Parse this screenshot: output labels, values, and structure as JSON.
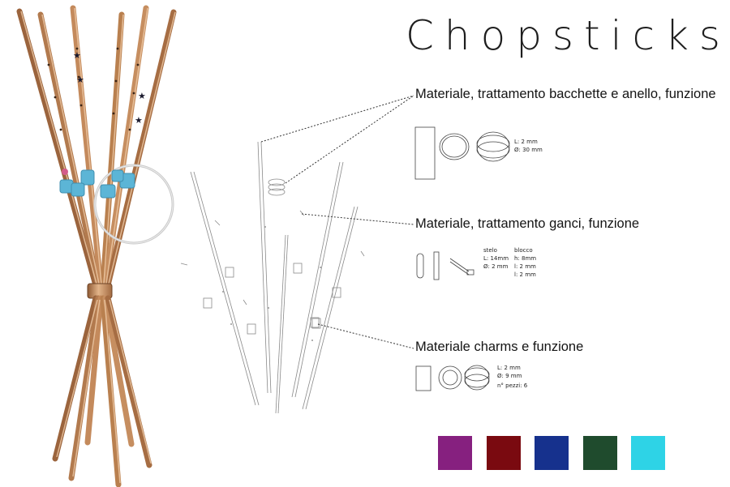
{
  "title": "Chopsticks",
  "sections": [
    {
      "heading": "Materiale, trattamento bacchette e anello, funzione",
      "specs": [
        "L: 2 mm",
        "Ø: 30 mm"
      ]
    },
    {
      "heading": "Materiale, trattamento ganci, funzione",
      "stelo_label": "stelo",
      "stelo_specs": [
        "L: 14mm",
        "Ø: 2 mm"
      ],
      "blocco_label": "blocco",
      "blocco_specs": [
        "h: 8mm",
        "l: 2 mm",
        "l: 2 mm"
      ]
    },
    {
      "heading": "Materiale charms e funzione",
      "specs": [
        "L: 2 mm",
        "Ø: 9 mm",
        "n° pezzi: 6"
      ]
    }
  ],
  "swatches": [
    {
      "name": "purple",
      "color": "#86207f"
    },
    {
      "name": "dark-red",
      "color": "#7a0a10"
    },
    {
      "name": "navy-blue",
      "color": "#16318d"
    },
    {
      "name": "dark-green",
      "color": "#1f4b2d"
    },
    {
      "name": "cyan",
      "color": "#2ed3e6"
    }
  ],
  "colors": {
    "copper": "#c98f60",
    "copper_dark": "#8f5a34",
    "ring_teal": "#5cb5d6",
    "line_gray": "#8a8a8a"
  },
  "icons": [
    "chopsticks-render",
    "exploded-view-drawing",
    "ring-cross-section",
    "hook-drawing",
    "charm-drawing"
  ]
}
